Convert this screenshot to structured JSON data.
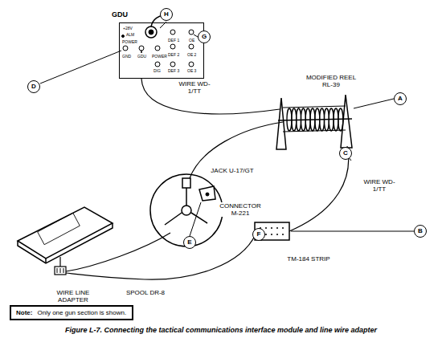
{
  "diagram": {
    "caption": "Figure L-7. Connecting the tactical communications interface module and line wire adapter",
    "nodes": [
      {
        "text": [
          "GDU",
          "+28V",
          "ALM",
          "POWER",
          "GND",
          "GDU",
          "POWER",
          "DEF 1",
          "OE",
          "DEF 2",
          "OE 2",
          "DIG",
          "DEF 3",
          "OE 3"
        ]
      },
      {
        "text": [
          "H"
        ]
      },
      {
        "text": [
          "G"
        ]
      },
      {
        "text": [
          "D"
        ]
      },
      {
        "text": [
          "A"
        ]
      },
      {
        "text": [
          "C"
        ]
      },
      {
        "text": [
          "B"
        ]
      },
      {
        "text": [
          "E"
        ]
      },
      {
        "text": [
          "F"
        ]
      },
      {
        "text": [
          "Note:",
          "Only one gun section is shown."
        ]
      }
    ],
    "labels": [
      "WIRE WD-1/TT",
      "MODIFIED REEL RL-39",
      "WIRE WD-1/TT",
      "JACK U-17/GT",
      "CONNECTOR M-221",
      "TM-184 STRIP",
      "WIRE LINE ADAPTER",
      "SPOOL DR-8"
    ]
  }
}
